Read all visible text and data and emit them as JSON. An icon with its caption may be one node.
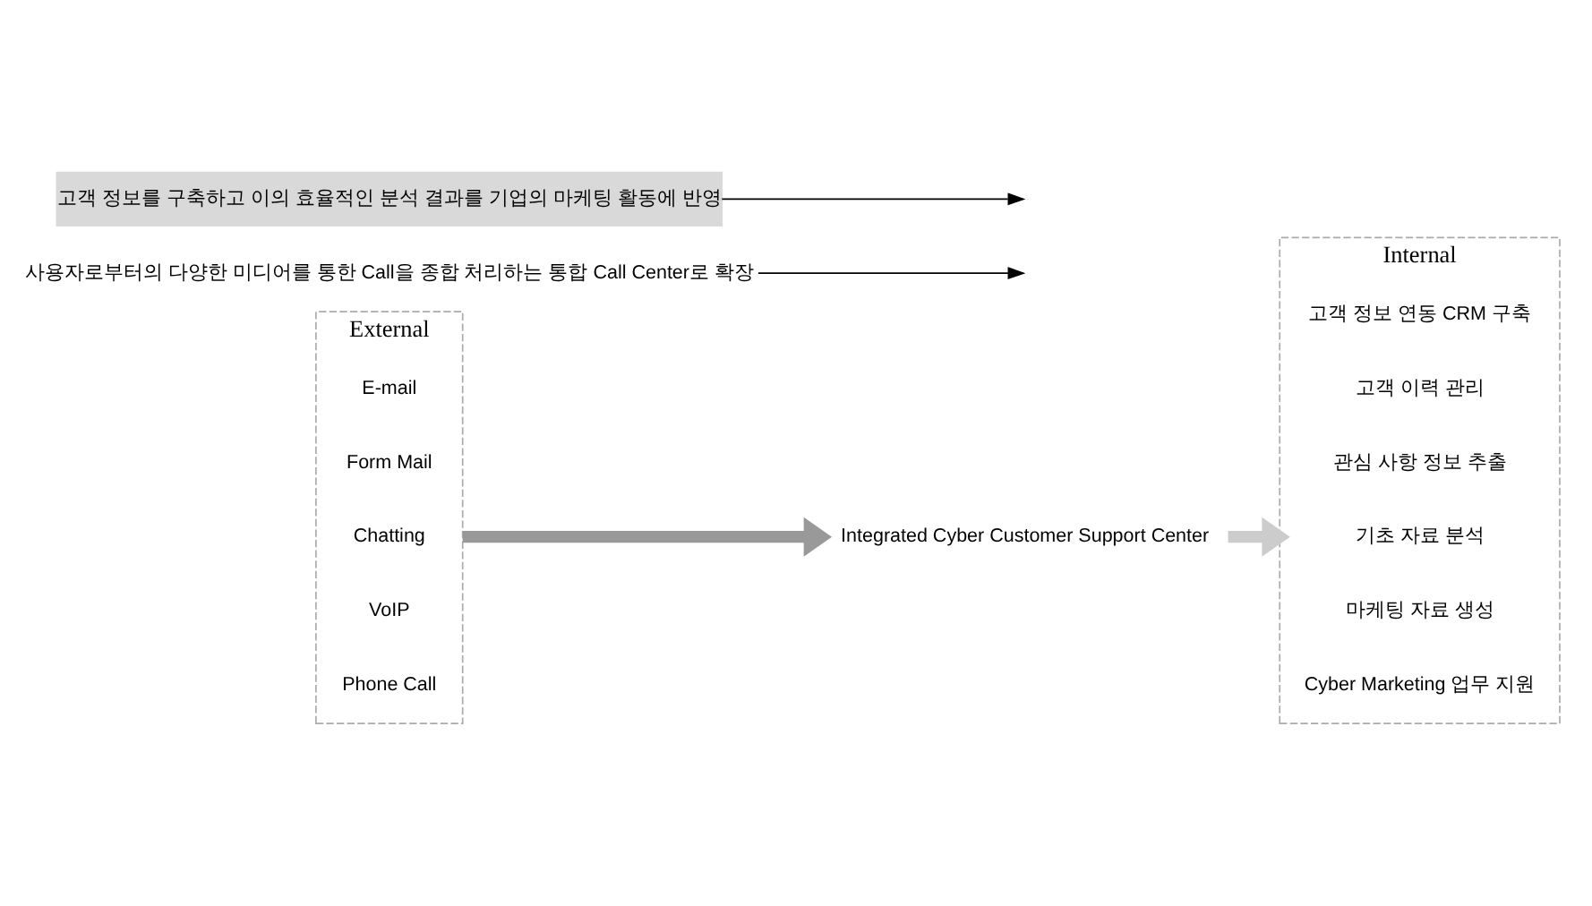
{
  "diagram": {
    "nodes": [
      {
        "text": [
          "External"
        ]
      },
      {
        "text": [
          "E-mail"
        ],
        "in": 0
      },
      {
        "text": [
          "Form Mail"
        ],
        "in": 0
      },
      {
        "text": [
          "Chatting"
        ],
        "in": 0
      },
      {
        "text": [
          "VoIP"
        ],
        "in": 0
      },
      {
        "text": [
          "Phone Call"
        ],
        "in": 0
      },
      {
        "text": [
          "Integrated Cyber Customer Support Center"
        ]
      },
      {
        "text": [
          "Internal"
        ]
      },
      {
        "text": [
          "고객 정보 연동 CRM 구축"
        ],
        "in": 7
      },
      {
        "text": [
          "고객 이력 관리"
        ],
        "in": 7
      },
      {
        "text": [
          "관심 사항 정보 추출"
        ],
        "in": 7
      },
      {
        "text": [
          "기초 자료 분석"
        ],
        "in": 7
      },
      {
        "text": [
          "마케팅 자료 생성"
        ],
        "in": 7
      },
      {
        "text": [
          "Cyber Marketing 업무 지원"
        ],
        "in": 7
      },
      {
        "text": [
          "사용자로부터의 다양한 미디어를 통한 Call을 종합 처리하는 통합 Call Center로 확장"
        ]
      },
      {
        "text": [
          "고객 정보를 구축하고 이의 효율적인 분석 결과를 기업의 마케팅 활동에 반영"
        ]
      }
    ],
    "edges": [
      {
        "from": 0,
        "to": 6,
        "arrow": "to",
        "style": "thick",
        "color": "#999999"
      },
      {
        "from": 6,
        "to": 7,
        "arrow": "to",
        "style": "thick",
        "color": "#cccccc"
      },
      {
        "from": 14,
        "to": null,
        "arrow": "to"
      },
      {
        "from": 15,
        "to": null,
        "arrow": "to"
      }
    ]
  }
}
